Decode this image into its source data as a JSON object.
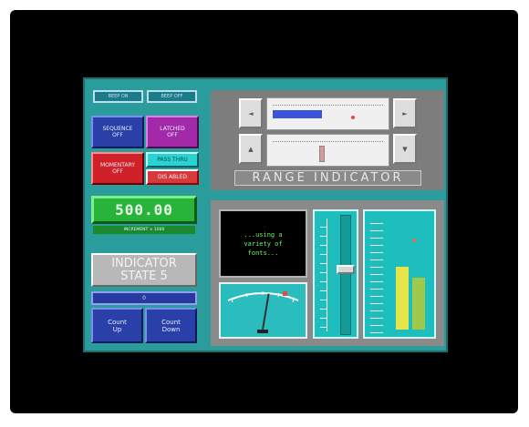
{
  "top_buttons": [
    "BEEP ON",
    "BEEP OFF"
  ],
  "toggle_buttons": {
    "blue": "SEQUENCE\nOFF",
    "purple": "LATCHED\nOFF",
    "red": "MOMENTARY\nOFF",
    "cyan_top": "PASS THRU",
    "cyan_bottom": "DIS ABLED"
  },
  "numeric_display": {
    "value": "500.00",
    "caption": "INCREMENT × 1000"
  },
  "indicator": {
    "line1": "INDICATOR",
    "line2": "STATE 5"
  },
  "counter_bar": "0",
  "count_buttons": {
    "up": "Count\nUp",
    "down": "Count\nDown"
  },
  "range": {
    "title": "RANGE INDICATOR",
    "left_arrow": "◄",
    "right_arrow": "►",
    "up_arrow": "▲",
    "down_arrow": "▼",
    "top_fill": 0.45,
    "bottom_marker": 0.42
  },
  "message": "...using a\nvariety of\nfonts...",
  "analog_meter": {
    "needle": 0.55
  },
  "vertical_slider": {
    "level": 0.55
  },
  "bargraph": {
    "bar1": 0.55,
    "bar2": 0.45
  }
}
